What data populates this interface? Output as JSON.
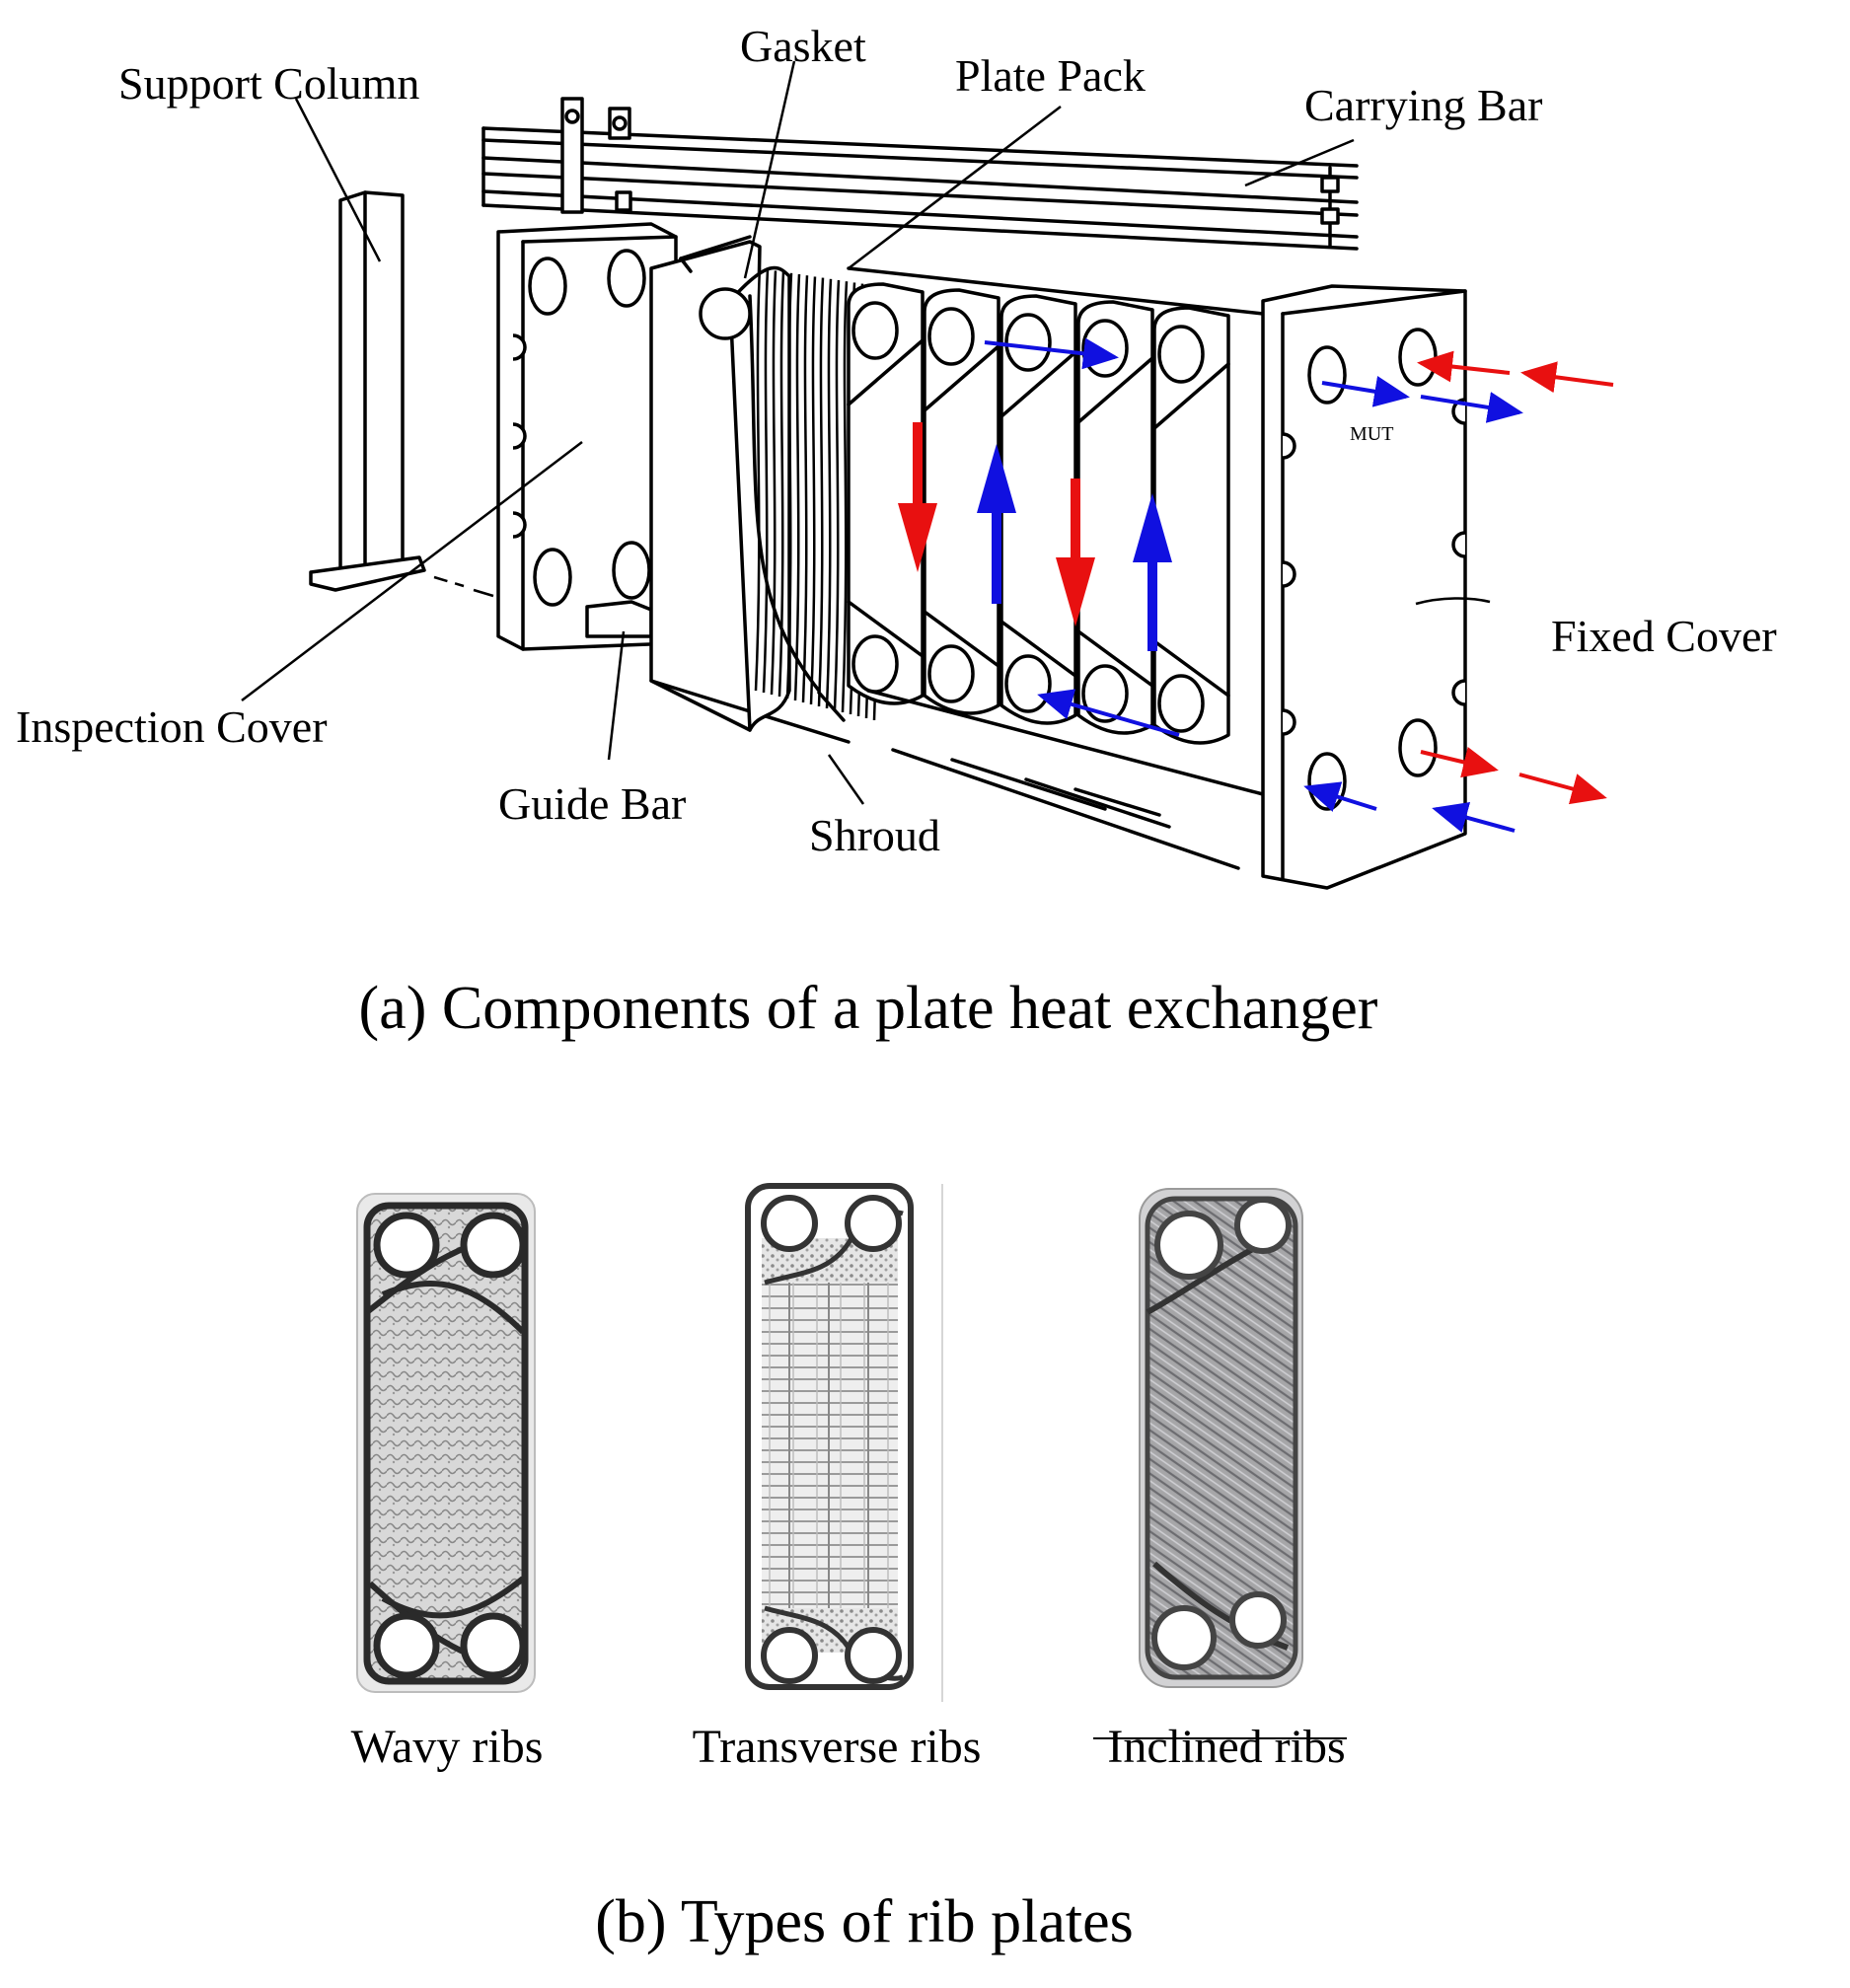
{
  "figure_a": {
    "caption": "(a) Components of a plate heat exchanger",
    "labels": {
      "support_column": "Support Column",
      "gasket": "Gasket",
      "plate_pack": "Plate Pack",
      "carrying_bar": "Carrying Bar",
      "fixed_cover": "Fixed Cover",
      "inspection_cover": "Inspection Cover",
      "guide_bar": "Guide Bar",
      "shroud": "Shroud",
      "plate_mark": "MUT"
    },
    "colors": {
      "hot_flow": "#e81010",
      "cold_flow": "#1010e0"
    }
  },
  "figure_b": {
    "caption": "(b) Types of rib plates",
    "plates": [
      {
        "label": "Wavy ribs",
        "pattern": "wavy"
      },
      {
        "label": "Transverse ribs",
        "pattern": "transverse"
      },
      {
        "label": "Inclined ribs",
        "pattern": "inclined"
      }
    ]
  }
}
